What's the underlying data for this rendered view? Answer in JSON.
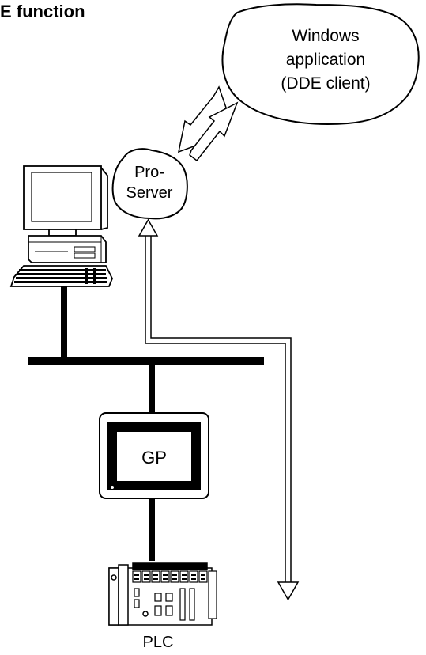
{
  "heading": "E function",
  "client": {
    "lines": [
      "Windows",
      "application",
      "(DDE client)"
    ]
  },
  "server": {
    "lines": [
      "Pro-",
      "Server"
    ]
  },
  "gp": {
    "label": "GP"
  },
  "plc": {
    "label": "PLC"
  }
}
